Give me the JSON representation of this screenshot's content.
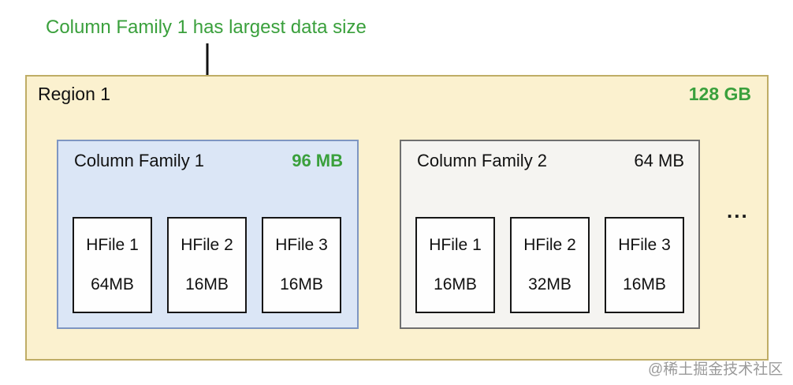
{
  "annotation": {
    "text": "Column Family 1 has largest data size"
  },
  "region": {
    "label": "Region 1",
    "size": "128 GB",
    "ellipsis": "...",
    "column_families": [
      {
        "label": "Column Family 1",
        "size": "96 MB",
        "highlighted": true,
        "hfiles": [
          {
            "name": "HFile 1",
            "size": "64MB"
          },
          {
            "name": "HFile 2",
            "size": "16MB"
          },
          {
            "name": "HFile 3",
            "size": "16MB"
          }
        ]
      },
      {
        "label": "Column Family 2",
        "size": "64 MB",
        "highlighted": false,
        "hfiles": [
          {
            "name": "HFile 1",
            "size": "16MB"
          },
          {
            "name": "HFile 2",
            "size": "32MB"
          },
          {
            "name": "HFile 3",
            "size": "16MB"
          }
        ]
      }
    ]
  },
  "watermark": "@稀土掘金技术社区",
  "colors": {
    "accent_green": "#3aa03c",
    "region_fill": "#fbf1cf",
    "region_border": "#bfad66",
    "cf1_fill": "#dbe6f6",
    "cf1_border": "#7e96c2",
    "cf2_fill": "#f5f4f1",
    "cf2_border": "#6f6f6f",
    "hfile_border": "#161616",
    "watermark_gray": "#9a9a9a"
  }
}
